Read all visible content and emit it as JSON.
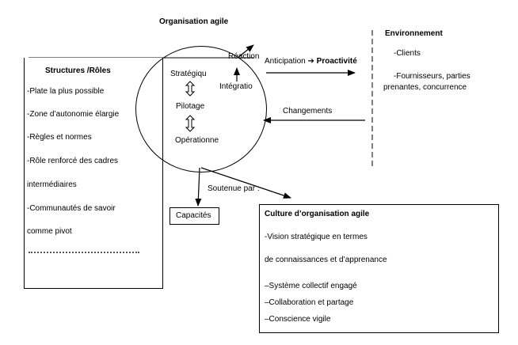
{
  "title": "Organisation agile",
  "left_box": {
    "title": "Structures /Rôles",
    "items": [
      "-Plate la plus possible",
      "-Zone d’autonomie élargie",
      "-Règles et normes",
      "-Rôle renforcé des cadres",
      "intermédiaires",
      "-Communautés de savoir",
      "comme pivot"
    ]
  },
  "circle": {
    "levels": [
      "Stratégiqu",
      "Pilotage",
      "Opérationne"
    ],
    "reaction": "Réaction",
    "integration": "Intégratio"
  },
  "environment": {
    "title": "Environnement",
    "items": [
      "-Clients",
      "-Fournisseurs, parties",
      "prenantes, concurrence"
    ]
  },
  "arrows": {
    "anticipation": "Anticipation",
    "arrow_glyph": "➔",
    "proactivite": "Proactivité",
    "changements": "Changements",
    "soutenue": "Soutenue par :"
  },
  "capacites": "Capacités",
  "culture": {
    "title": "Culture d’organisation agile",
    "line1": "-Vision stratégique en termes",
    "line2": "de connaissances et d’apprenance",
    "items": [
      "–Système collectif engagé",
      "–Collaboration et partage",
      "–Conscience vigile"
    ]
  }
}
